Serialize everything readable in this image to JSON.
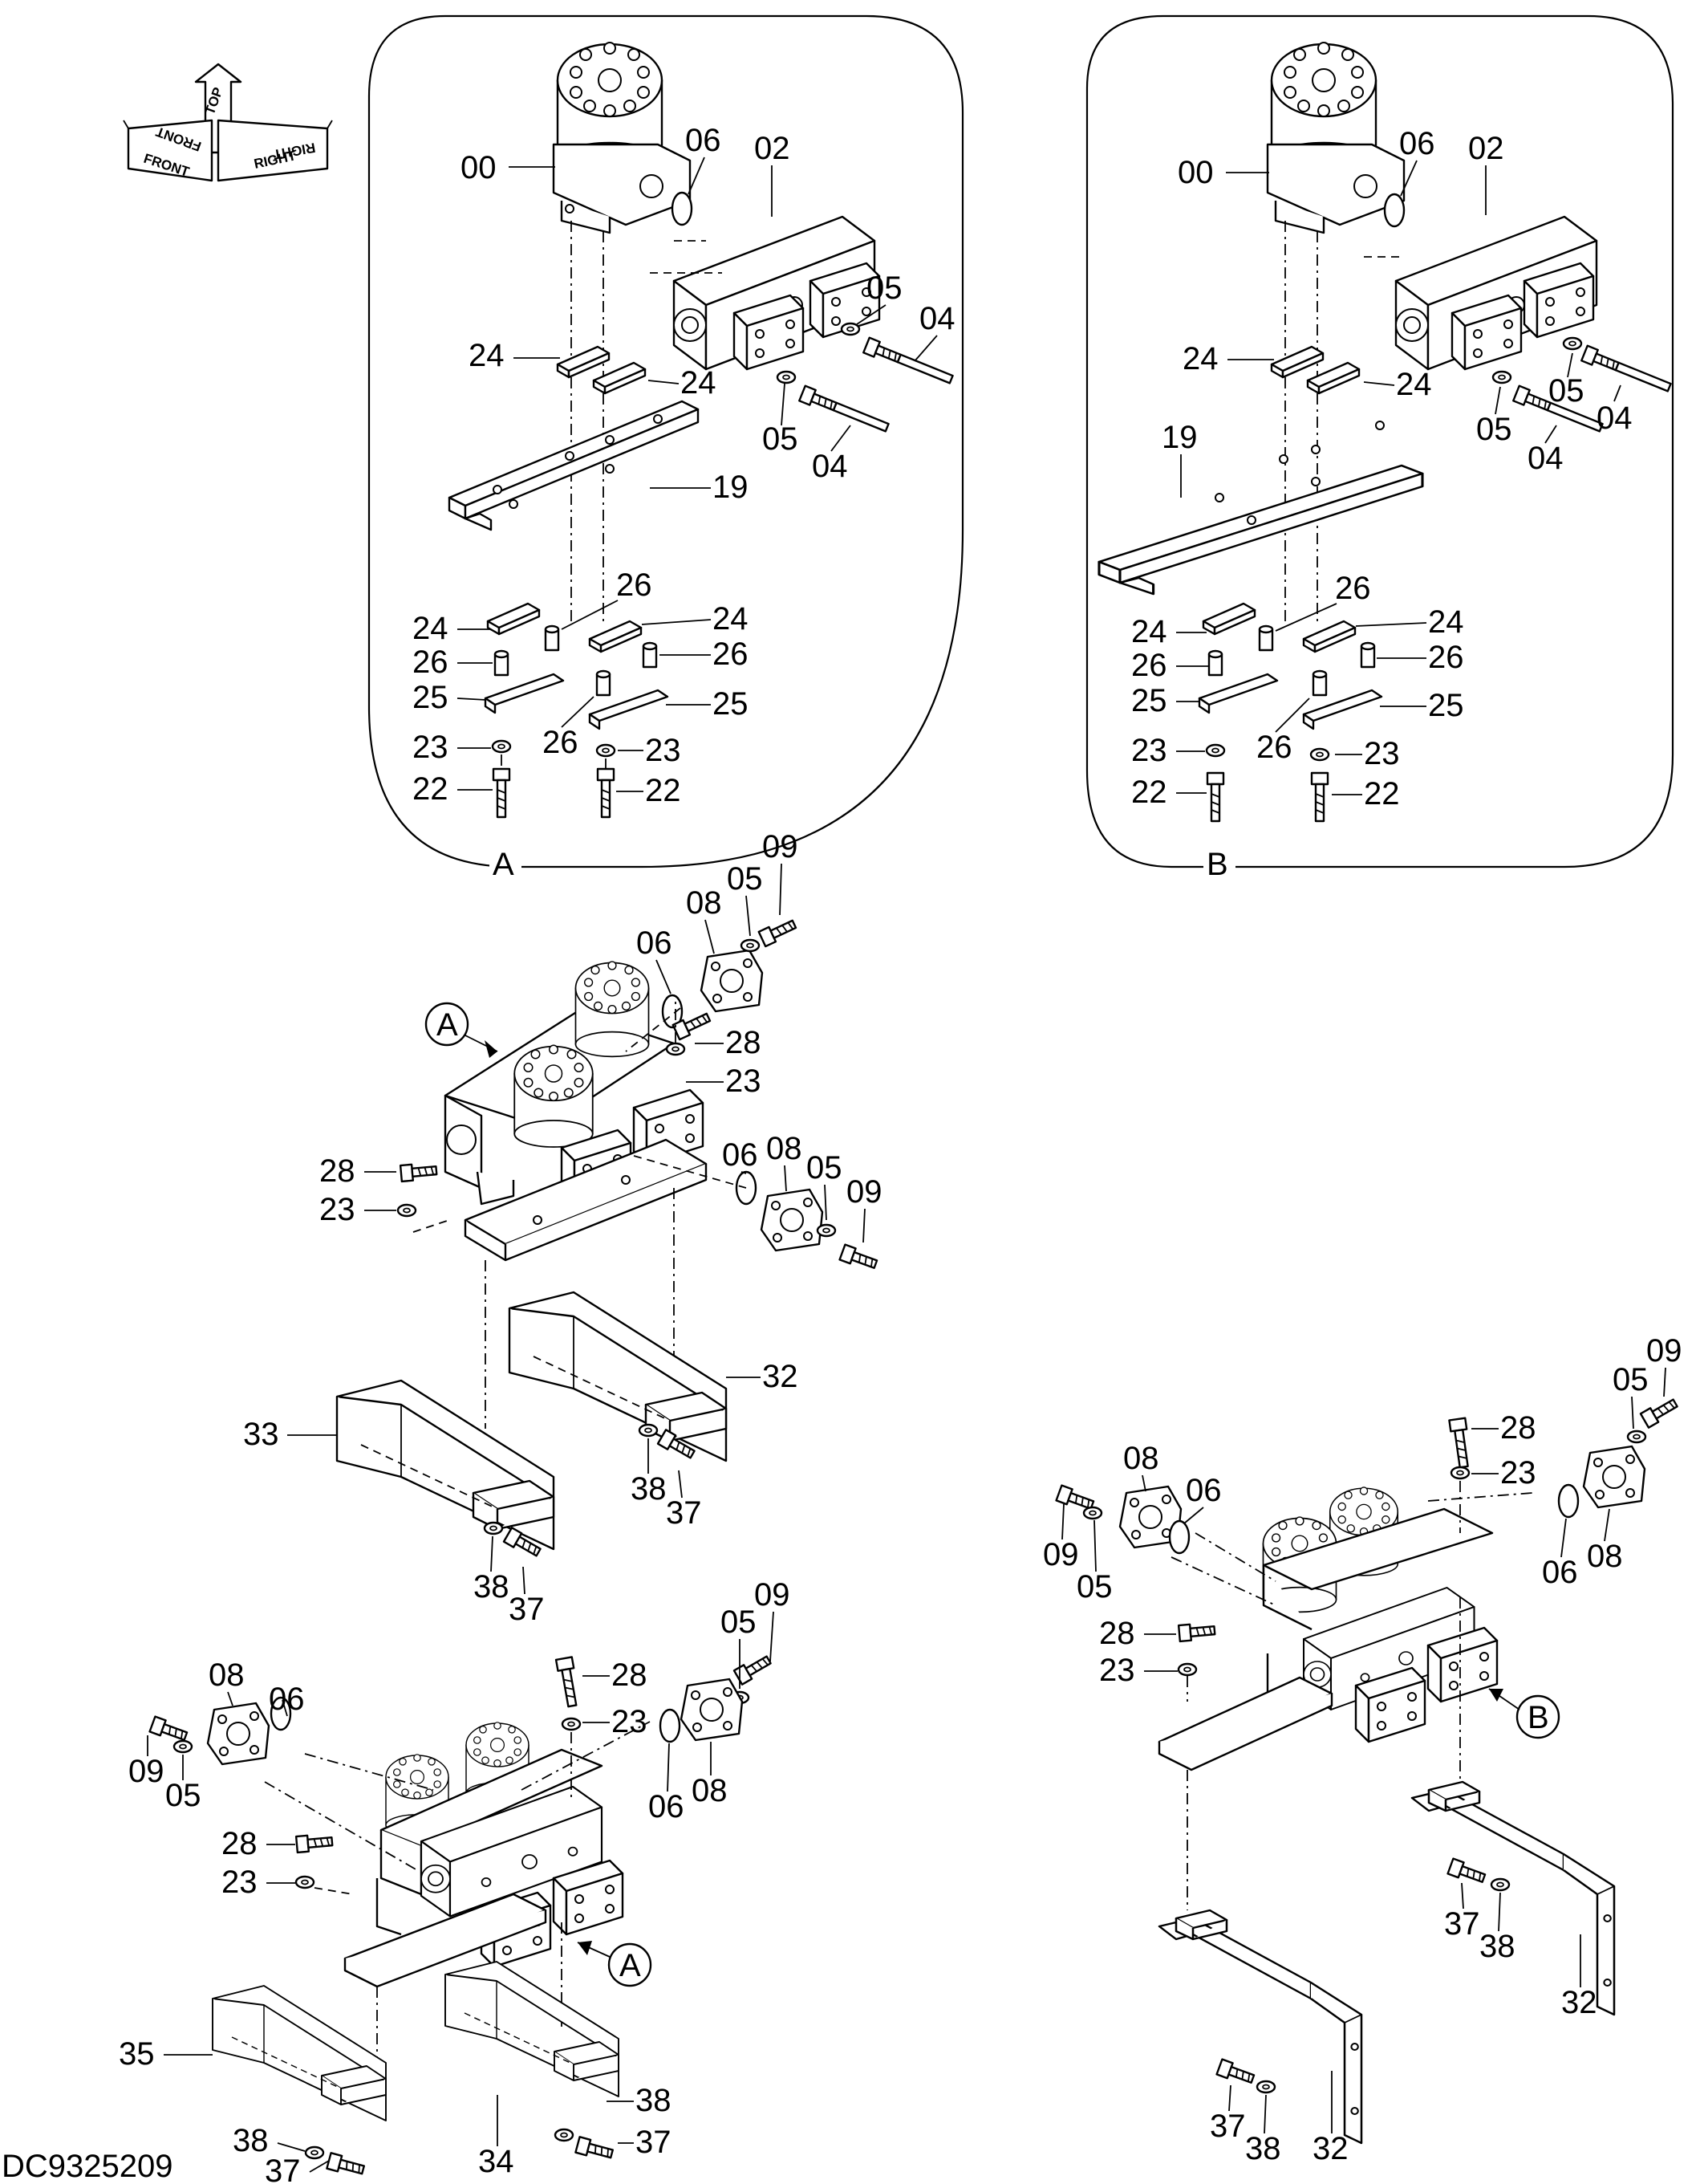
{
  "drawing_code": "DC9325209",
  "orientation": {
    "top": "TOP",
    "front": "FRONT",
    "right": "RIGHT"
  },
  "details": {
    "a_label": "A",
    "b_label": "B"
  },
  "callouts": {
    "c00": "00",
    "c02": "02",
    "c04": "04",
    "c05": "05",
    "c06": "06",
    "c08": "08",
    "c09": "09",
    "c19": "19",
    "c22": "22",
    "c23": "23",
    "c24": "24",
    "c25": "25",
    "c26": "26",
    "c28": "28",
    "c32": "32",
    "c33": "33",
    "c34": "34",
    "c35": "35",
    "c37": "37",
    "c38": "38"
  }
}
